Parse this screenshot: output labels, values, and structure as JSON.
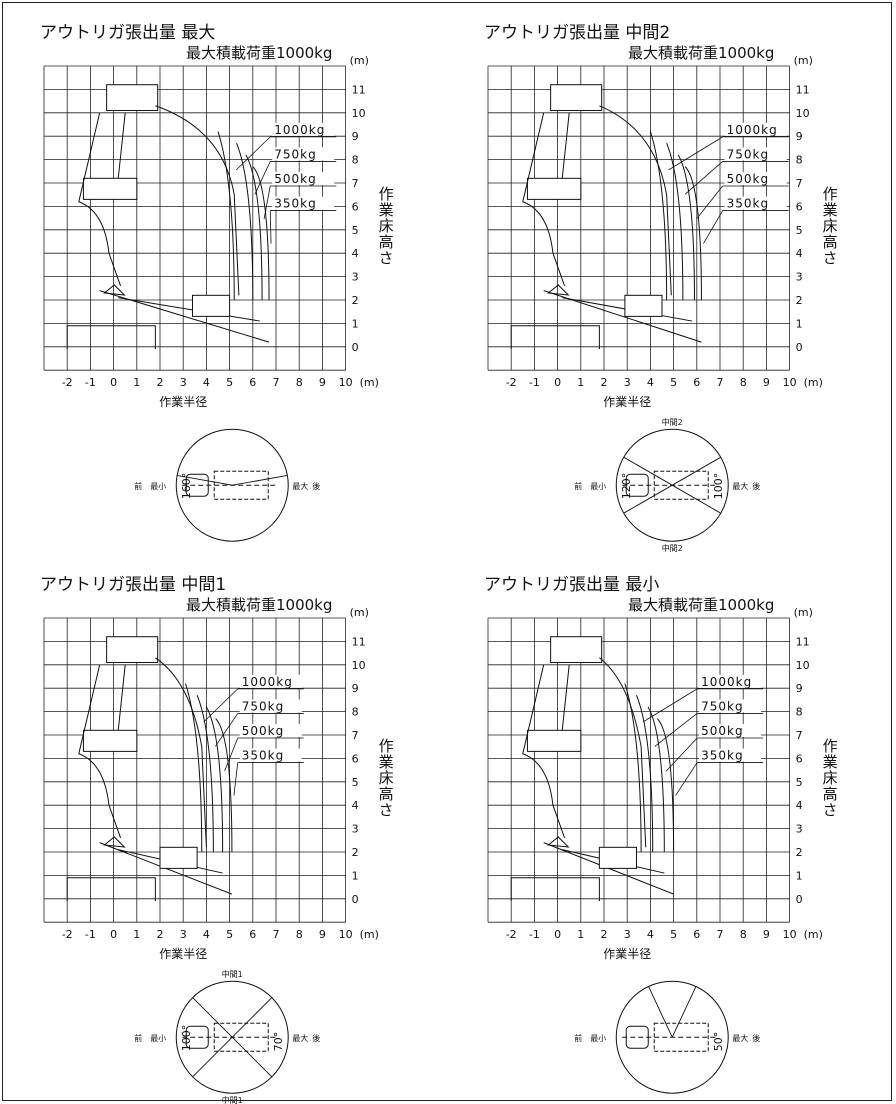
{
  "load_label_unit": "kg",
  "panels": [
    {
      "title": "アウトリガ張出量 最大",
      "subtitle": "最大積載荷重1000kg",
      "y_unit": "(m)",
      "x_unit": "(m)",
      "x_ticks": [
        "-2",
        "-1",
        "0",
        "1",
        "2",
        "3",
        "4",
        "5",
        "6",
        "7",
        "8",
        "9",
        "10"
      ],
      "y_ticks": [
        "0",
        "1",
        "2",
        "3",
        "4",
        "5",
        "6",
        "7",
        "8",
        "9",
        "10",
        "11"
      ],
      "x_axis_label": "作業半径",
      "y_axis_label": "作業床高さ",
      "load_labels": [
        "1000kg",
        "750kg",
        "500kg",
        "350kg"
      ],
      "reach_x": [
        5.2,
        6.0,
        6.4,
        6.7
      ],
      "rotation": {
        "front_label": "前",
        "min_label": "最小",
        "max_label": "最大",
        "rear_label": "後",
        "angle_left": "160°",
        "angle_right": "",
        "mid_top": "",
        "mid_bottom": ""
      }
    },
    {
      "title": "アウトリガ張出量 中間2",
      "subtitle": "最大積載荷重1000kg",
      "y_unit": "(m)",
      "x_unit": "(m)",
      "x_ticks": [
        "-2",
        "-1",
        "0",
        "1",
        "2",
        "3",
        "4",
        "5",
        "6",
        "7",
        "8",
        "9",
        "10"
      ],
      "y_ticks": [
        "0",
        "1",
        "2",
        "3",
        "4",
        "5",
        "6",
        "7",
        "8",
        "9",
        "10",
        "11"
      ],
      "x_axis_label": "作業半径",
      "y_axis_label": "作業床高さ",
      "load_labels": [
        "1000kg",
        "750kg",
        "500kg",
        "350kg"
      ],
      "reach_x": [
        4.7,
        5.4,
        5.9,
        6.2
      ],
      "rotation": {
        "front_label": "前",
        "min_label": "最小",
        "max_label": "最大",
        "rear_label": "後",
        "angle_left": "120°",
        "angle_right": "100°",
        "mid_top": "中間2",
        "mid_bottom": "中間2"
      }
    },
    {
      "title": "アウトリガ張出量 中間1",
      "subtitle": "最大積載荷重1000kg",
      "y_unit": "(m)",
      "x_unit": "(m)",
      "x_ticks": [
        "-2",
        "-1",
        "0",
        "1",
        "2",
        "3",
        "4",
        "5",
        "6",
        "7",
        "8",
        "9",
        "10"
      ],
      "y_ticks": [
        "0",
        "1",
        "2",
        "3",
        "4",
        "5",
        "6",
        "7",
        "8",
        "9",
        "10",
        "11"
      ],
      "x_axis_label": "作業半径",
      "y_axis_label": "作業床高さ",
      "load_labels": [
        "1000kg",
        "750kg",
        "500kg",
        "350kg"
      ],
      "reach_x": [
        3.8,
        4.3,
        4.7,
        5.1
      ],
      "rotation": {
        "front_label": "前",
        "min_label": "最小",
        "max_label": "最大",
        "rear_label": "後",
        "angle_left": "100°",
        "angle_right": "70°",
        "mid_top": "中間1",
        "mid_bottom": "中間1"
      }
    },
    {
      "title": "アウトリガ張出量 最小",
      "subtitle": "最大積載荷重1000kg",
      "y_unit": "(m)",
      "x_unit": "(m)",
      "x_ticks": [
        "-2",
        "-1",
        "0",
        "1",
        "2",
        "3",
        "4",
        "5",
        "6",
        "7",
        "8",
        "9",
        "10"
      ],
      "y_ticks": [
        "0",
        "1",
        "2",
        "3",
        "4",
        "5",
        "6",
        "7",
        "8",
        "9",
        "10",
        "11"
      ],
      "x_axis_label": "作業半径",
      "y_axis_label": "作業床高さ",
      "load_labels": [
        "1000kg",
        "750kg",
        "500kg",
        "350kg"
      ],
      "reach_x": [
        3.6,
        4.1,
        4.6,
        5.0
      ],
      "rotation": {
        "front_label": "前",
        "min_label": "最小",
        "max_label": "最大",
        "rear_label": "後",
        "angle_left": "",
        "angle_right": "50°",
        "mid_top": "",
        "mid_bottom": ""
      }
    }
  ]
}
